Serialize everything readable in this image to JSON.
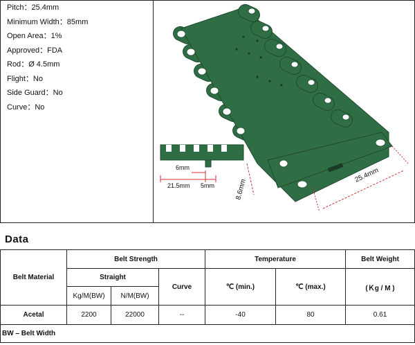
{
  "specs": [
    {
      "label": "Pitch",
      "value": "25.4mm"
    },
    {
      "label": "Minimum Width",
      "value": "85mm"
    },
    {
      "label": "Open Area",
      "value": "1%"
    },
    {
      "label": "Approved",
      "value": "FDA"
    },
    {
      "label": "Rod",
      "value": "Ø 4.5mm"
    },
    {
      "label": "Flight",
      "value": "No"
    },
    {
      "label": "Side Guard",
      "value": "No"
    },
    {
      "label": "Curve",
      "value": "No"
    }
  ],
  "figure": {
    "dim_pitch": "25.4mm",
    "dim_height": "8.6mm",
    "dim_6": "6mm",
    "dim_21": "21.5mm",
    "dim_5": "5mm",
    "belt_color": "#2f6e45"
  },
  "data_section": {
    "title": "Data",
    "headers": {
      "material": "Belt Material",
      "strength": "Belt Strength",
      "temperature": "Temperature",
      "weight": "Belt Weight",
      "straight": "Straight",
      "curve": "Curve",
      "kg": "Kg/M(BW)",
      "nm": "N/M(BW)",
      "tmin": "℃  (min.)",
      "tmax": "℃  (max.)",
      "wunit": "(Ｋg / M )"
    },
    "row": {
      "material": "Acetal",
      "kg": "2200",
      "nm": "22000",
      "curve": "--",
      "tmin": "-40",
      "tmax": "80",
      "weight": "0.61"
    },
    "footnote": "BW – Belt Width"
  }
}
